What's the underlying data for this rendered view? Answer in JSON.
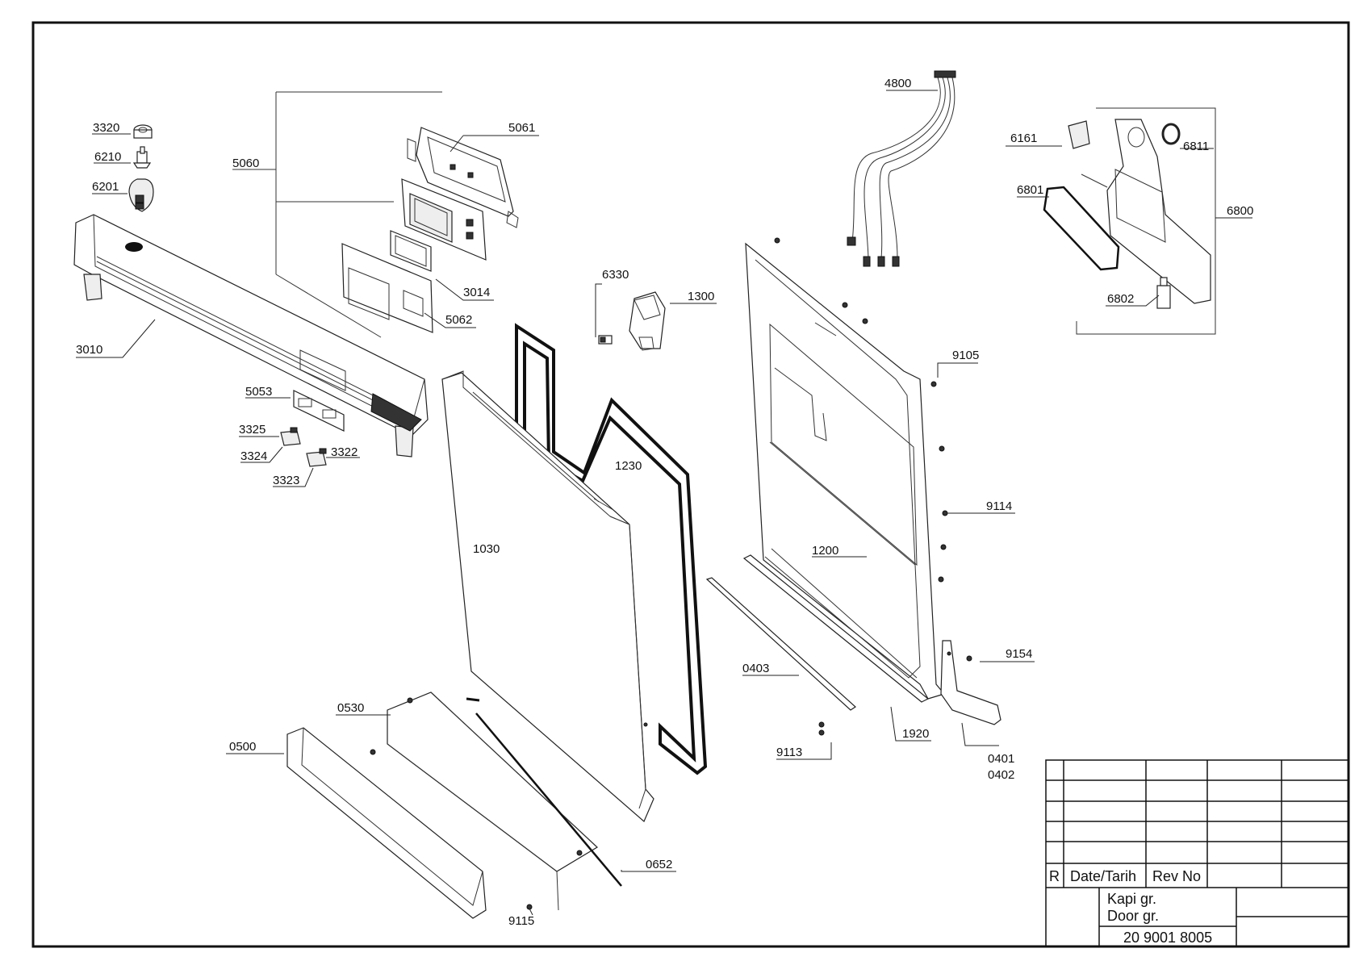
{
  "labels": {
    "l3320": "3320",
    "l6210": "6210",
    "l6201": "6201",
    "l5060": "5060",
    "l5061": "5061",
    "l3014": "3014",
    "l5062": "5062",
    "l3010": "3010",
    "l5053": "5053",
    "l3325": "3325",
    "l3324": "3324",
    "l3322": "3322",
    "l3323": "3323",
    "l6330": "6330",
    "l1300": "1300",
    "l1230": "1230",
    "l1030": "1030",
    "l4800": "4800",
    "l6161": "6161",
    "l6811": "6811",
    "l6801": "6801",
    "l6800": "6800",
    "l6802": "6802",
    "l9105": "9105",
    "l9114": "9114",
    "l1200": "1200",
    "l9154": "9154",
    "l0403": "0403",
    "l1920": "1920",
    "l9113": "9113",
    "l0401": "0401",
    "l0402": "0402",
    "l0530": "0530",
    "l0500": "0500",
    "l0652": "0652",
    "l9115": "9115"
  },
  "title_block": {
    "rev_label": "R",
    "date_label": "Date/Tarih",
    "revno_label": "Rev No",
    "name_tr": "Kapi gr.",
    "name_en": "Door gr.",
    "drawing_number": "20 9001 8005"
  }
}
